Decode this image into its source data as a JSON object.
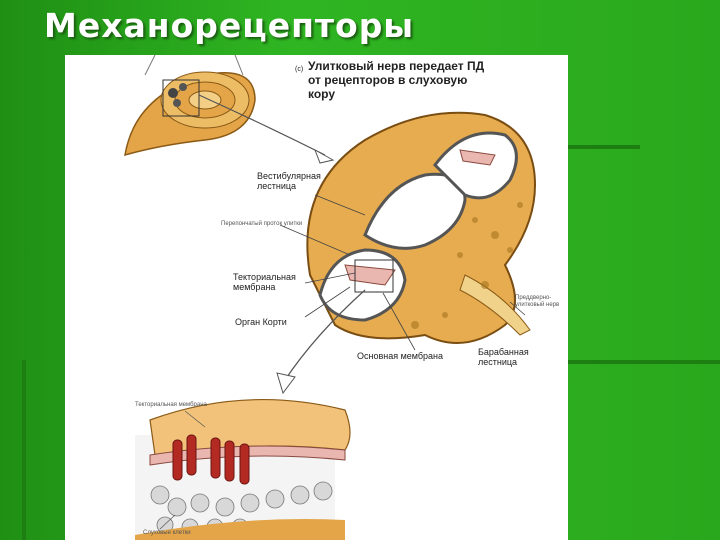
{
  "slide": {
    "title": "Механорецепторы"
  },
  "figure": {
    "panel_letter": "(c)",
    "caption": "Улитковый нерв передает ПД от рецепторов в слуховую кору",
    "labels": {
      "vestibular_scala": "Вестибулярная лестница",
      "cochlear_duct": "Перепончатый проток улитки",
      "tectorial_membrane": "Текториальная мембрана",
      "organ_of_corti": "Орган Корти",
      "basilar_membrane": "Основная мембрана",
      "tympanic_scala": "Барабанная лестница",
      "vestibulocochlear_nerve": "Преддверно-улитковый нерв",
      "tectorial_membrane_detail": "Текториальная мембрана",
      "hair_cells": "Слуховые клетки"
    }
  },
  "colors": {
    "background": "#27a21a",
    "title": "#ffffff",
    "bone": "#e8b25a",
    "membrane_pink": "#e9b6b0",
    "hair_cell_red": "#b32a23"
  }
}
